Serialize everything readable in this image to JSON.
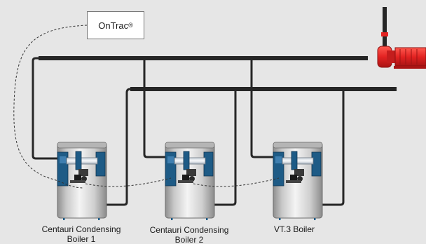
{
  "controller": {
    "name": "OnTrac",
    "mark": "®"
  },
  "boilers": [
    {
      "line1": "Centauri  Condensing",
      "line2": "Boiler 1"
    },
    {
      "line1": "Centauri  Condensing",
      "line2": "Boiler 2"
    },
    {
      "line1": "VT.3 Boiler",
      "line2": ""
    }
  ],
  "colors": {
    "background": "#e6e6e6",
    "pipe": "#262626",
    "pump": "#e32322",
    "boiler_body": "#d4d4d4",
    "boiler_panel": "#1e5b86"
  },
  "icons": [
    "pump-icon",
    "boiler-icon"
  ]
}
